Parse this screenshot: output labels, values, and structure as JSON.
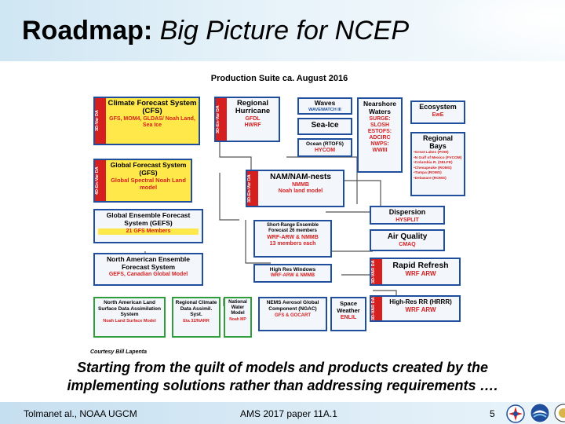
{
  "slide": {
    "title_bold": "Roadmap:",
    "title_italic": "Big Picture for NCEP",
    "caption_line1": "Starting from the quilt of models and products created by the",
    "caption_line2": "implementing solutions rather than addressing requirements ….",
    "footer_left": "Tolmanet al., NOAA UGCM",
    "footer_center": "AMS 2017 paper 11A.1",
    "page_number": "5"
  },
  "diagram": {
    "title": "Production Suite ca. August 2016",
    "courtesy": "Courtesy Bill Lapenta",
    "cfs": {
      "title": "Climate Forecast System (CFS)",
      "sub": "GFS, MOM4, GLDAS/ Noah Land, Sea Ice",
      "tag": "3D-Var DA"
    },
    "hurricane": {
      "title": "Regional Hurricane",
      "sub1": "GFDL",
      "sub2": "HWRF",
      "tag": "3D-En-Var DA"
    },
    "waves": {
      "title": "Waves",
      "sub": "WAVEWATCH III"
    },
    "seaice": {
      "title": "Sea-Ice"
    },
    "ocean": {
      "title": "Ocean (RTOFS)",
      "sub": "HYCOM"
    },
    "nearshore": {
      "title": "Nearshore Waters",
      "lines": [
        "SURGE:",
        "SLOSH",
        "ESTOFS:",
        "ADCIRC",
        "NWPS:",
        "WWIII"
      ]
    },
    "ecosystem": {
      "title": "Ecosystem",
      "sub": "EwE"
    },
    "bays": {
      "title": "Regional Bays",
      "lines": [
        "•Great Lakes (POM)",
        "•N Gulf of Mexico (FVCOM)",
        "•Columbia R. (SELFE)",
        "•Chesapeake (ROMS)",
        "•Tampa (ROMS)",
        "•Delaware (ROMS)"
      ]
    },
    "gfs": {
      "title": "Global Forecast System (GFS)",
      "sub": "Global Spectral Noah Land model",
      "tag": "4D-En-Var DA"
    },
    "nam": {
      "title": "NAM/NAM-nests",
      "sub1": "NMMB",
      "sub2": "Noah land model",
      "tag": "3D-En-Var DA"
    },
    "dispersion": {
      "title": "Dispersion",
      "sub": "HYSPLIT"
    },
    "gefs": {
      "title": "Global Ensemble Forecast System (GEFS)",
      "sub": "21 GFS Members"
    },
    "sref": {
      "title": "Short-Range Ensemble Forecast 26 members",
      "sub1": "WRF-ARW & NMMB",
      "sub2": "13 members each"
    },
    "airquality": {
      "title": "Air Quality",
      "sub": "CMAQ"
    },
    "naefs": {
      "title": "North American Ensemble Forecast System",
      "sub": "GEFS, Canadian Global Model"
    },
    "hires": {
      "title": "High Res Windows",
      "sub": "WRF-ARW & NMMB"
    },
    "rap": {
      "title": "Rapid Refresh",
      "sub": "WRF ARW",
      "tag": "3D-VAR DA"
    },
    "nldas": {
      "title": "North American Land Surface Data Assimilation System",
      "sub": "Noah Land Surface Model"
    },
    "rcdas": {
      "title": "Regional Climate Data Assimil. Syst.",
      "sub": "Eta 32/NARR"
    },
    "nwm": {
      "title": "National Water Model",
      "sub": "Noah MP"
    },
    "ngac": {
      "title": "NEMS Aerosol Global Component (NGAC)",
      "sub": "GFS & GOCART"
    },
    "space": {
      "title": "Space Weather",
      "sub": "ENLIL"
    },
    "hrrr": {
      "title": "High-Res RR (HRRR)",
      "sub": "WRF ARW",
      "tag": "3D-VAR DA"
    }
  },
  "colors": {
    "box_border": "#1f4e9c",
    "accent_red": "#d62020",
    "highlight_yellow": "#ffe94a"
  }
}
